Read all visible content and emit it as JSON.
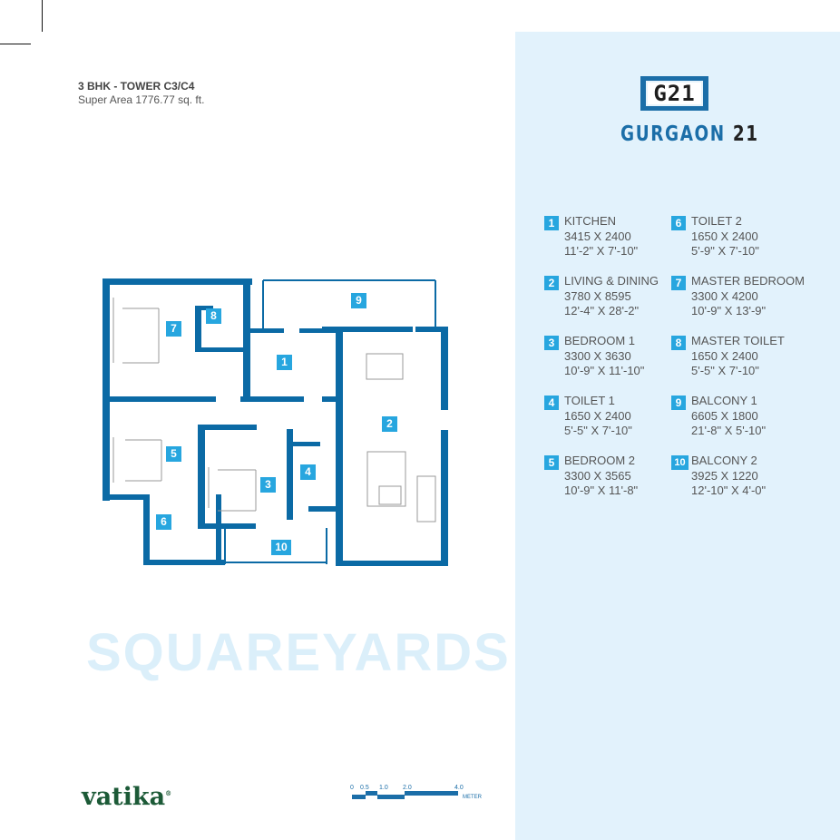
{
  "header": {
    "title": "3 BHK - TOWER C3/C4",
    "super_area": "Super Area  1776.77 sq. ft."
  },
  "brand": {
    "logo_mark": "G21",
    "name_word": "GURGAON",
    "name_number": "21",
    "developer": "vatika",
    "accent": "#1b6ea8",
    "panel_bg": "#e2f2fc",
    "badge_color": "#27a6df"
  },
  "watermark": "SQUAREYARDS",
  "legend": [
    {
      "num": "1",
      "name": "KITCHEN",
      "mm": "3415 X 2400",
      "ft": "11'-2\" X 7'-10\""
    },
    {
      "num": "2",
      "name": "LIVING & DINING",
      "mm": "3780 X 8595",
      "ft": "12'-4\" X 28'-2\""
    },
    {
      "num": "3",
      "name": "BEDROOM 1",
      "mm": "3300 X 3630",
      "ft": "10'-9\" X 11'-10\""
    },
    {
      "num": "4",
      "name": "TOILET 1",
      "mm": "1650 X 2400",
      "ft": "5'-5\" X 7'-10\""
    },
    {
      "num": "5",
      "name": "BEDROOM 2",
      "mm": "3300 X 3565",
      "ft": "10'-9\" X 11'-8\""
    },
    {
      "num": "6",
      "name": "TOILET 2",
      "mm": "1650 X 2400",
      "ft": "5'-9\" X 7'-10\""
    },
    {
      "num": "7",
      "name": "MASTER BEDROOM",
      "mm": "3300 X 4200",
      "ft": "10'-9\" X 13'-9\""
    },
    {
      "num": "8",
      "name": "MASTER TOILET",
      "mm": "1650 X 2400",
      "ft": "5'-5\" X 7'-10\""
    },
    {
      "num": "9",
      "name": "BALCONY 1",
      "mm": "6605 X 1800",
      "ft": "21'-8\" X 5'-10\""
    },
    {
      "num": "10",
      "name": "BALCONY 2",
      "mm": "3925 X 1220",
      "ft": "12'-10\" X 4'-0\""
    }
  ],
  "scale_bar": {
    "ticks": [
      "0",
      "0.5",
      "1.0",
      "2.0",
      "4.0"
    ],
    "unit": "METER"
  }
}
